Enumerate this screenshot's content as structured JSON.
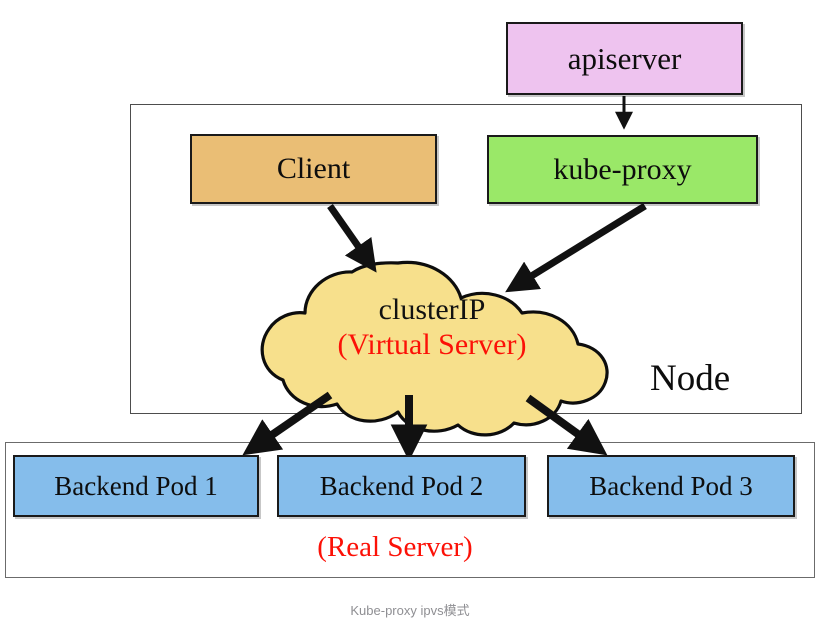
{
  "caption": "Kube-proxy ipvs模式",
  "diagram": {
    "type": "network-architecture",
    "containers": [
      {
        "id": "node",
        "label": "Node"
      },
      {
        "id": "pods-group",
        "label": "(Real Server)"
      }
    ],
    "nodes": [
      {
        "id": "apiserver",
        "label": "apiserver",
        "shape": "rect",
        "fill": "#eec3ef"
      },
      {
        "id": "client",
        "label": "Client",
        "shape": "rect",
        "fill": "#eabe75"
      },
      {
        "id": "kube-proxy",
        "label": "kube-proxy",
        "shape": "rect",
        "fill": "#9ae868"
      },
      {
        "id": "clusterip",
        "label": "clusterIP",
        "sublabel": "(Virtual Server)",
        "shape": "cloud",
        "fill": "#f7e08c"
      },
      {
        "id": "pod1",
        "label": "Backend Pod 1",
        "shape": "rect",
        "fill": "#85bdeb"
      },
      {
        "id": "pod2",
        "label": "Backend Pod 2",
        "shape": "rect",
        "fill": "#85bdeb"
      },
      {
        "id": "pod3",
        "label": "Backend Pod 3",
        "shape": "rect",
        "fill": "#85bdeb"
      }
    ],
    "edges": [
      {
        "from": "apiserver",
        "to": "kube-proxy"
      },
      {
        "from": "client",
        "to": "clusterip"
      },
      {
        "from": "kube-proxy",
        "to": "clusterip"
      },
      {
        "from": "clusterip",
        "to": "pod1"
      },
      {
        "from": "clusterip",
        "to": "pod2"
      },
      {
        "from": "clusterip",
        "to": "pod3"
      }
    ],
    "colors": {
      "apiserver": "#eec3ef",
      "client": "#eabe75",
      "kube_proxy": "#9ae868",
      "clusterip": "#f7e08c",
      "pod": "#85bdeb",
      "accent_red": "#fc1107",
      "stroke": "#1a1a1a",
      "caption_gray": "#8f8f93"
    }
  }
}
